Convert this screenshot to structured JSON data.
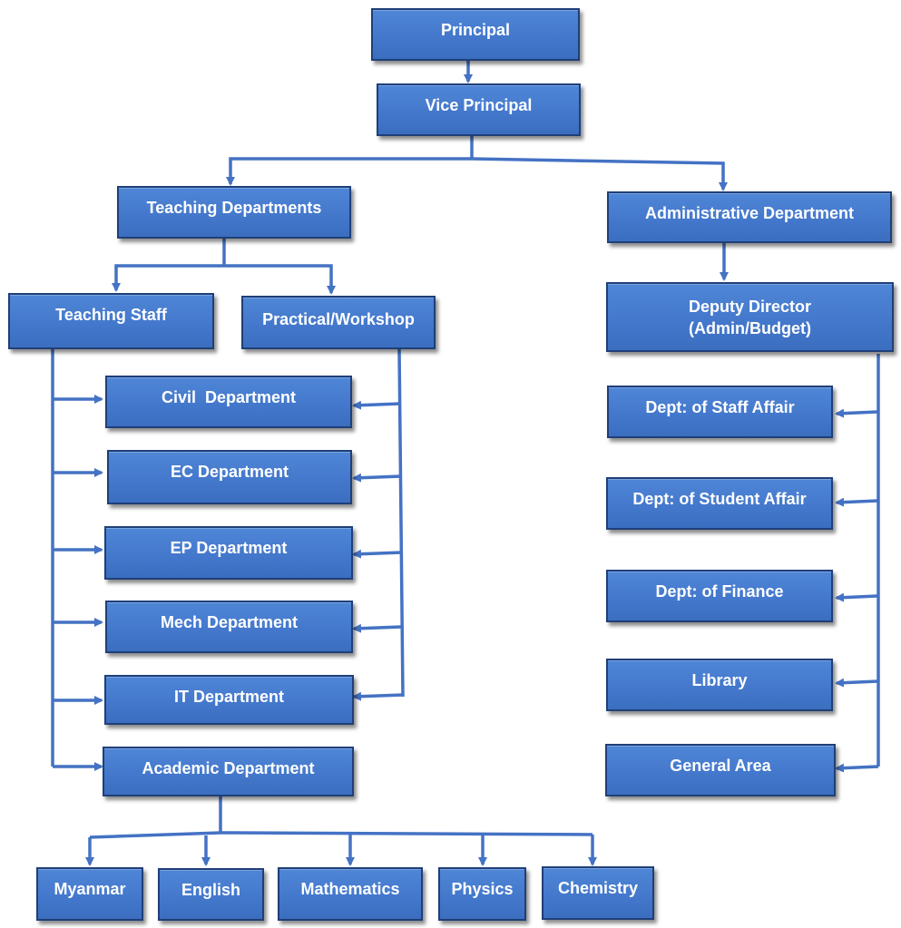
{
  "nodes": {
    "principal": "Principal",
    "vice_principal": "Vice Principal",
    "teaching_departments": "Teaching Departments",
    "administrative_department": "Administrative Department",
    "teaching_staff": "Teaching Staff",
    "practical_workshop": "Practical/Workshop",
    "deputy_director": "Deputy Director\n(Admin/Budget)",
    "civil_department": "Civil  Department",
    "ec_department": "EC Department",
    "ep_department": "EP Department",
    "mech_department": "Mech Department",
    "it_department": "IT Department",
    "academic_department": "Academic Department",
    "staff_affair": "Dept: of Staff Affair",
    "student_affair": "Dept: of Student Affair",
    "finance": "Dept: of Finance",
    "library": "Library",
    "general_area": "General Area",
    "myanmar": "Myanmar",
    "english": "English",
    "mathematics": "Mathematics",
    "physics": "Physics",
    "chemistry": "Chemistry"
  },
  "colors": {
    "box_fill": "#4a7fd0",
    "box_border": "#1f3f78",
    "connector": "#4472c4",
    "text": "#ffffff"
  }
}
